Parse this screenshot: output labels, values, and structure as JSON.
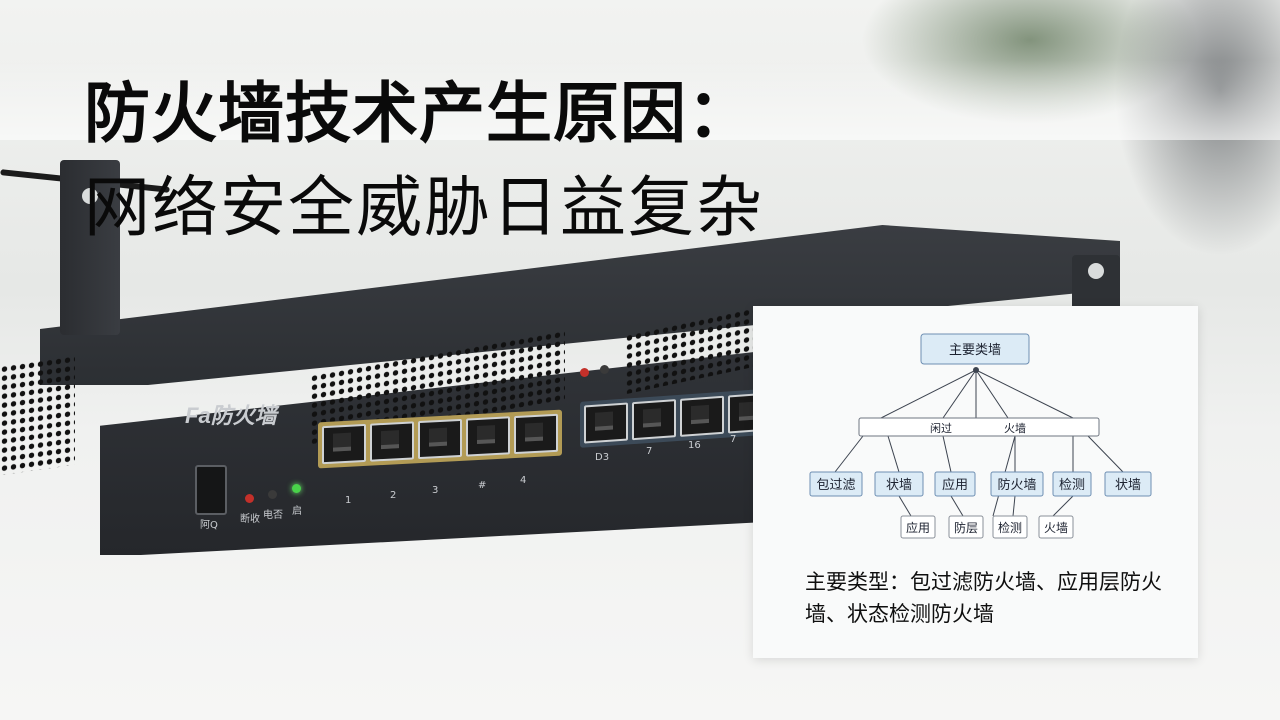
{
  "slide": {
    "title_line1": "防火墙技术产生原因：",
    "title_line2": "网络安全威胁日益复杂"
  },
  "device": {
    "logo": "Fa防火墙",
    "power_label": "阿Q",
    "led_labels": [
      "断收",
      "电否",
      "启"
    ],
    "port_labels_left": [
      "1",
      "2",
      "3",
      "#",
      "4"
    ],
    "port_labels_right": [
      "D3",
      "7",
      "16",
      "7"
    ]
  },
  "diagram": {
    "root": "主要类墙",
    "bar_labels": [
      "闲过",
      "火墙"
    ],
    "level2": [
      "包过滤",
      "状墙",
      "应用",
      "防火墙",
      "检测",
      "状墙"
    ],
    "level3": [
      "应用",
      "防层",
      "检测",
      "火墙"
    ],
    "caption": "主要类型：包过滤防火墙、应用层防火墙、状态检测防火墙",
    "colors": {
      "node_fill": "#dcebf6",
      "node_stroke": "#6e8fb3",
      "line": "#3d4450"
    }
  }
}
